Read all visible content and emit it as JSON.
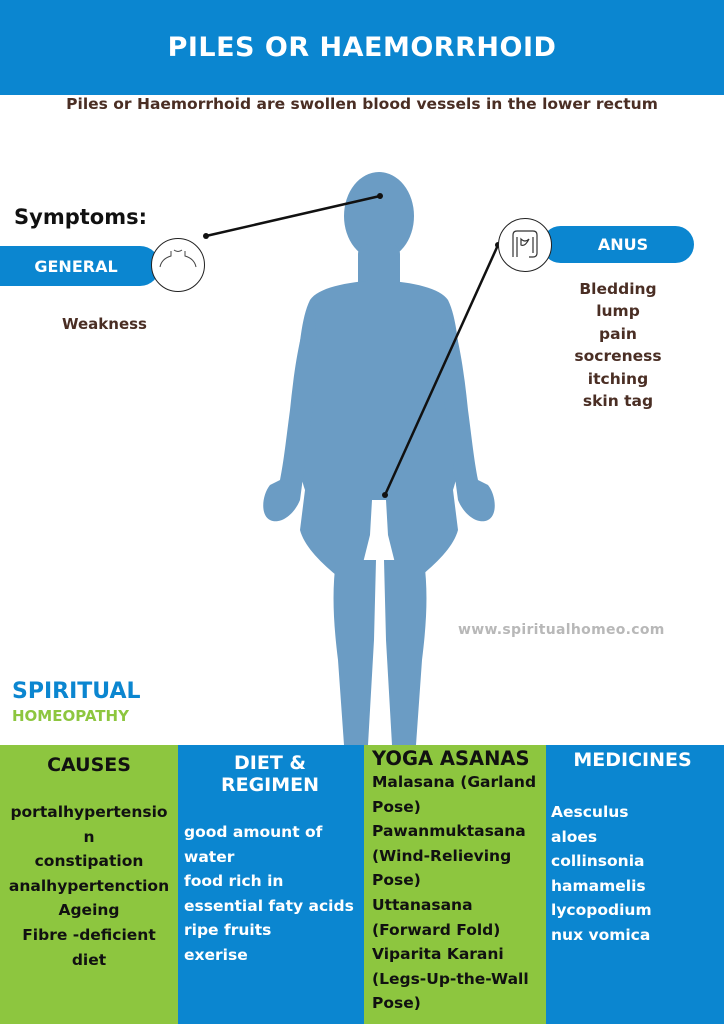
{
  "header": {
    "title": "PILES OR HAEMORRHOID"
  },
  "subtitle": "Piles or Haemorrhoid are swollen blood vessels in the lower rectum",
  "symptoms": {
    "heading": "Symptoms:",
    "general": {
      "label": "GENERAL",
      "items": [
        "Weakness"
      ]
    },
    "anus": {
      "label": "ANUS",
      "items": [
        "Bledding",
        "lump",
        "pain",
        "socreness",
        "itching",
        "skin tag"
      ]
    }
  },
  "website": "www.spiritualhomeo.com",
  "brand": {
    "line1": "SPIRITUAL",
    "line2": "HOMEOPATHY"
  },
  "columns": {
    "causes": {
      "title": "CAUSES",
      "items": [
        "portalhypertensio",
        "n",
        "constipation",
        "analhypertenction",
        "Ageing",
        "Fibre -deficient",
        "diet"
      ]
    },
    "diet": {
      "title": "DIET & REGIMEN",
      "items": [
        "good amount of",
        "water",
        "food rich in",
        "essential faty acids",
        "ripe fruits",
        "exerise"
      ]
    },
    "yoga": {
      "title": "YOGA ASANAS",
      "items": [
        "Malasana (Garland",
        "Pose)",
        "Pawanmuktasana",
        "(Wind-Relieving",
        "Pose)",
        "Uttanasana",
        "(Forward Fold)",
        "Viparita Karani",
        "(Legs-Up-the-Wall",
        "Pose)"
      ]
    },
    "medicines": {
      "title": "MEDICINES",
      "items": [
        "Aesculus",
        "aloes",
        "collinsonia",
        "hamamelis",
        "lycopodium",
        "nux vomica"
      ]
    }
  },
  "colors": {
    "blue": "#0b86d0",
    "green": "#8dc63f",
    "body": "#6b9cc4",
    "brown": "#4a2e24"
  },
  "icons": {
    "general": "torso-icon",
    "anus": "intestine-icon"
  }
}
